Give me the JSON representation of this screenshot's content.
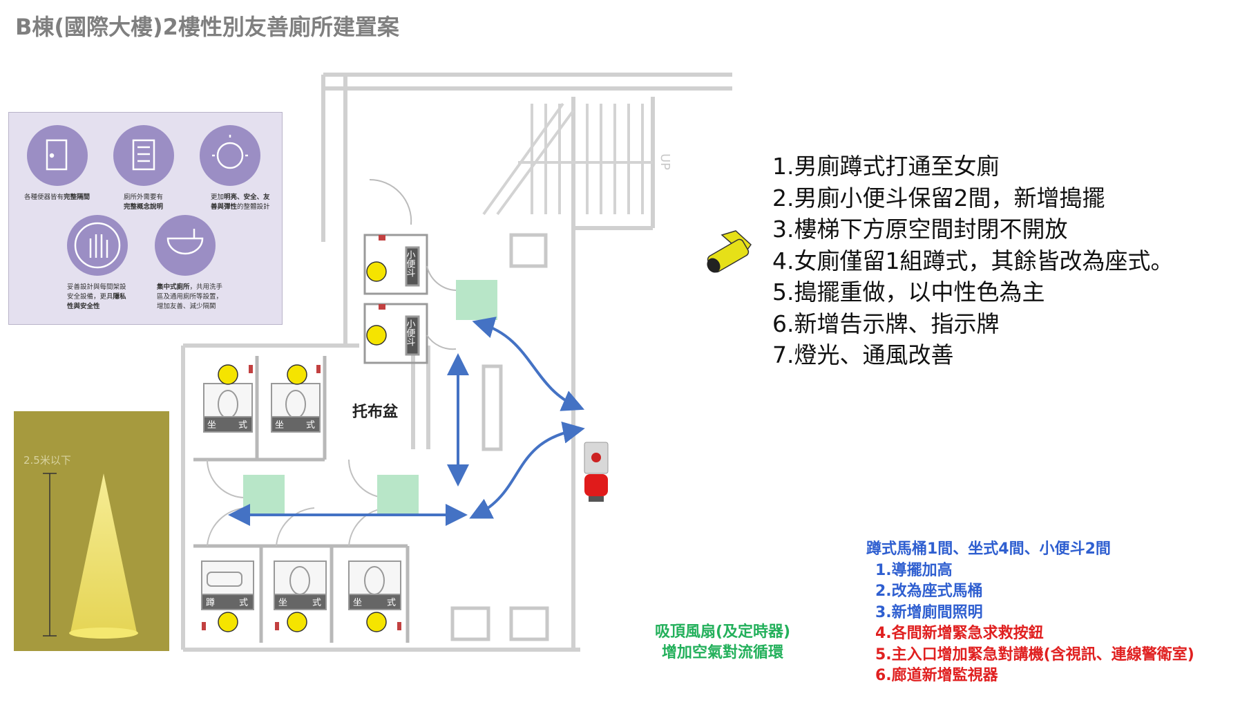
{
  "title": "B棟(國際大樓)2樓性別友善廁所建置案",
  "improvements": [
    "1.男廁蹲式打通至女廁",
    "2.男廁小便斗保留2間，新增搗擺",
    "3.樓梯下方原空間封閉不開放",
    "4.女廁僅留1組蹲式，其餘皆改為座式。",
    "5.搗擺重做，以中性色為主",
    "6.新增告示牌、指示牌",
    "7.燈光、通風改善"
  ],
  "notes": {
    "heading": "蹲式馬桶1間、坐式4間、小便斗2間",
    "blue_items": [
      "1.導擺加高",
      "2.改為座式馬桶",
      "3.新增廁間照明"
    ],
    "red_items": [
      "4.各間新增緊急求救按鈕",
      "5.主入口增加緊急對講機(含視訊、連線警衛室)",
      "6.廊道新增監視器"
    ]
  },
  "fan": {
    "line1": "吸頂風扇(及定時器)",
    "line2": "增加空氣對流循環"
  },
  "plan": {
    "tuobu_label": "托布盆",
    "stair_label": "UP",
    "sit_label_a": "坐",
    "sit_label_b": "式",
    "squat_label_a": "蹲",
    "squat_label_b": "式",
    "urinal_label": "小便斗"
  },
  "icon_panel": {
    "captions": [
      {
        "plain": "各種便器皆有",
        "bold": "完整隔間"
      },
      {
        "plain": "廁所外需要有",
        "bold": "完整概念說明"
      },
      {
        "plain_a": "更加",
        "bold_a": "明亮、安全、友",
        "bold_b": "善與彈性",
        "plain_b": "的整體設計"
      },
      {
        "plain_a": "妥善設計與每間架設",
        "plain_b": "安全設備，更具",
        "bold_b": "隱私",
        "bold_c": "性與安全性"
      },
      {
        "bold_a": "集中式廁所",
        "plain_a": "，共用洗手",
        "plain_b": "區及通用廁所等設置，",
        "plain_c": "增加友善、減少隔閡"
      }
    ]
  },
  "light_panel": {
    "height_label": "2.5米以下"
  },
  "colors": {
    "arrow": "#4472c4",
    "green_zone": "#b8e6c8",
    "yellow_marker": "#f5e400",
    "icon_circle": "#9b8ec4",
    "panel_bg": "#e4e0ef",
    "light_bg": "#a69a3e"
  }
}
